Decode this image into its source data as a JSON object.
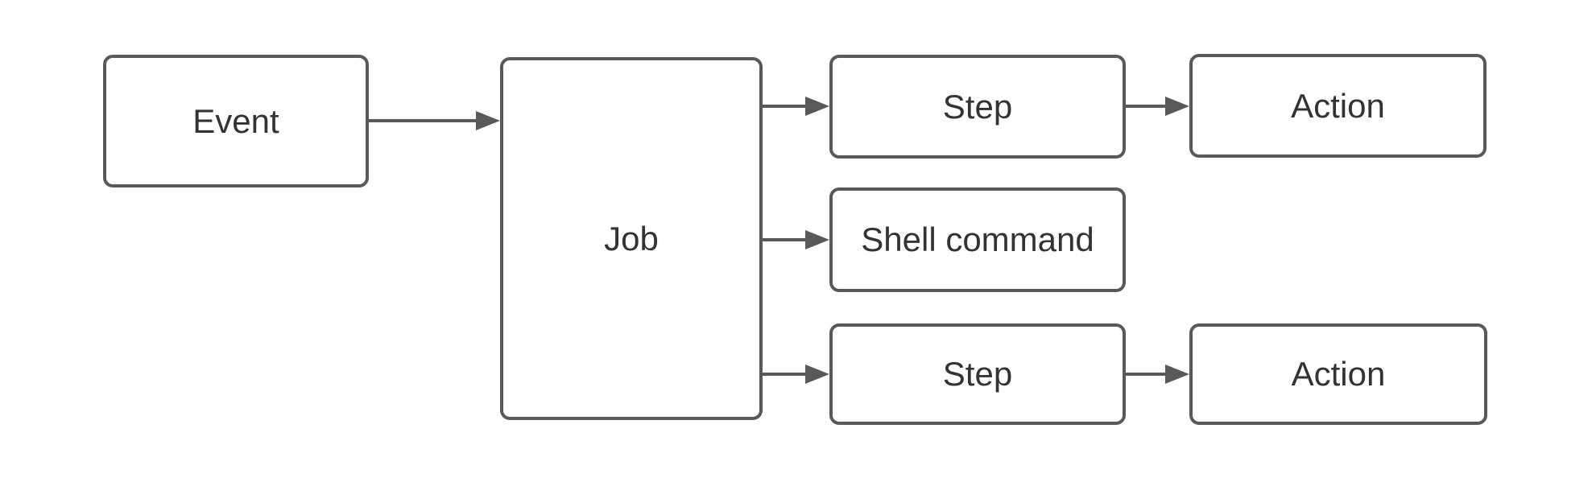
{
  "diagram": {
    "type": "flowchart",
    "background_color": "#ffffff",
    "stroke_color": "#595959",
    "text_color": "#333333",
    "nodes": [
      {
        "id": "event",
        "label": "Event"
      },
      {
        "id": "job",
        "label": "Job"
      },
      {
        "id": "step-top",
        "label": "Step"
      },
      {
        "id": "action-top",
        "label": "Action"
      },
      {
        "id": "shell-command",
        "label": "Shell command"
      },
      {
        "id": "step-bottom",
        "label": "Step"
      },
      {
        "id": "action-bottom",
        "label": "Action"
      }
    ],
    "edges": [
      {
        "from": "event",
        "to": "job"
      },
      {
        "from": "job",
        "to": "step-top"
      },
      {
        "from": "job",
        "to": "shell-command"
      },
      {
        "from": "job",
        "to": "step-bottom"
      },
      {
        "from": "step-top",
        "to": "action-top"
      },
      {
        "from": "step-bottom",
        "to": "action-bottom"
      }
    ]
  }
}
